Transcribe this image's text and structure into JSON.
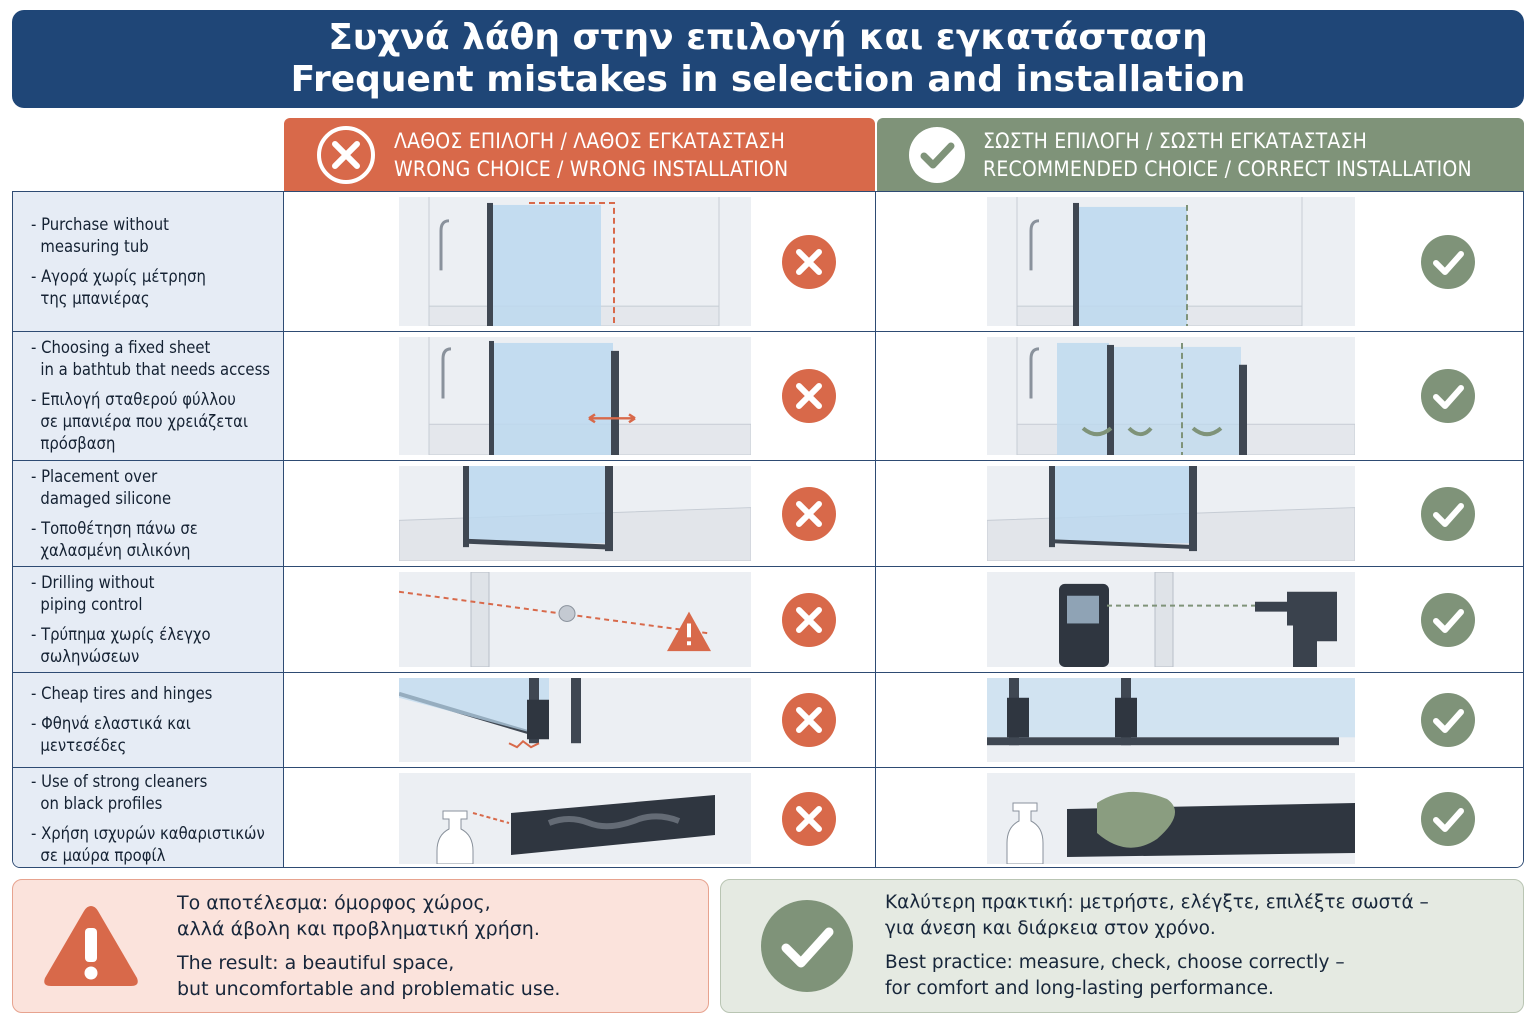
{
  "title": {
    "greek": "Συχνά λάθη στην επιλογή και εγκατάσταση",
    "english": "Frequent mistakes in selection and installation"
  },
  "columns": {
    "wrong": {
      "line1": "ΛΑΘΟΣ ΕΠΙΛΟΓΗ / ΛΑΘΟΣ ΕΓΚΑΤΑΣΤΑΣΗ",
      "line2": "WRONG CHOICE / WRONG INSTALLATION",
      "icon": "cross-circle-icon",
      "color": "#d8694a"
    },
    "right": {
      "line1": "ΣΩΣΤΗ ΕΠΙΛΟΓΗ / ΣΩΣΤΗ ΕΓΚΑΤΑΣΤΑΣΗ",
      "line2": "RECOMMENDED CHOICE / CORRECT INSTALLATION",
      "icon": "check-circle-icon",
      "color": "#7f9379"
    }
  },
  "rows": [
    {
      "en": "- Purchase without\n  measuring tub",
      "gr": "- Αγορά χωρίς μέτρηση\n  της μπανιέρας",
      "wrong_illustration": "shower-screen-too-wide",
      "right_illustration": "shower-screen-measured"
    },
    {
      "en": "- Choosing a fixed sheet\n  in a bathtub that needs access",
      "gr": "- Επιλογή σταθερού φύλλου\n  σε μπανιέρα που χρειάζεται\n  πρόσβαση",
      "wrong_illustration": "fixed-panel",
      "right_illustration": "folding-panel"
    },
    {
      "en": "- Placement over\n  damaged silicone",
      "gr": "- Τοποθέτηση πάνω σε\n  χαλασμένη σιλικόνη",
      "wrong_illustration": "damaged-silicone",
      "right_illustration": "clean-silicone"
    },
    {
      "en": "- Drilling without\n  piping control",
      "gr": "- Τρύπημα χωρίς έλεγχο\n  σωληνώσεων",
      "wrong_illustration": "drilling-into-pipe",
      "right_illustration": "pipe-detector-drill"
    },
    {
      "en": "- Cheap tires and hinges",
      "gr": "- Φθηνά ελαστικά και\n  μεντεσέδες",
      "wrong_illustration": "cheap-hinge",
      "right_illustration": "quality-hinge"
    },
    {
      "en": "- Use of strong cleaners\n  on black profiles",
      "gr": "- Χρήση ισχυρών καθαριστικών\n  σε μαύρα προφίλ",
      "wrong_illustration": "damaged-black-profile",
      "right_illustration": "gentle-cleaning"
    }
  ],
  "footer": {
    "bad": {
      "gr1": "Το αποτέλεσμα: όμορφος χώρος,",
      "gr2": "αλλά άβολη και προβληματική χρήση.",
      "en1": "The result: a beautiful space,",
      "en2": "but uncomfortable and problematic use.",
      "icon": "warning-triangle-icon"
    },
    "good": {
      "gr1": "Καλύτερη πρακτική: μετρήστε, ελέγξτε, επιλέξτε σωστά –",
      "gr2": "για άνεση και διάρκεια στον χρόνο.",
      "en1": "Best practice: measure, check, choose correctly –",
      "en2": "for comfort and long-lasting performance.",
      "icon": "check-circle-icon"
    }
  }
}
